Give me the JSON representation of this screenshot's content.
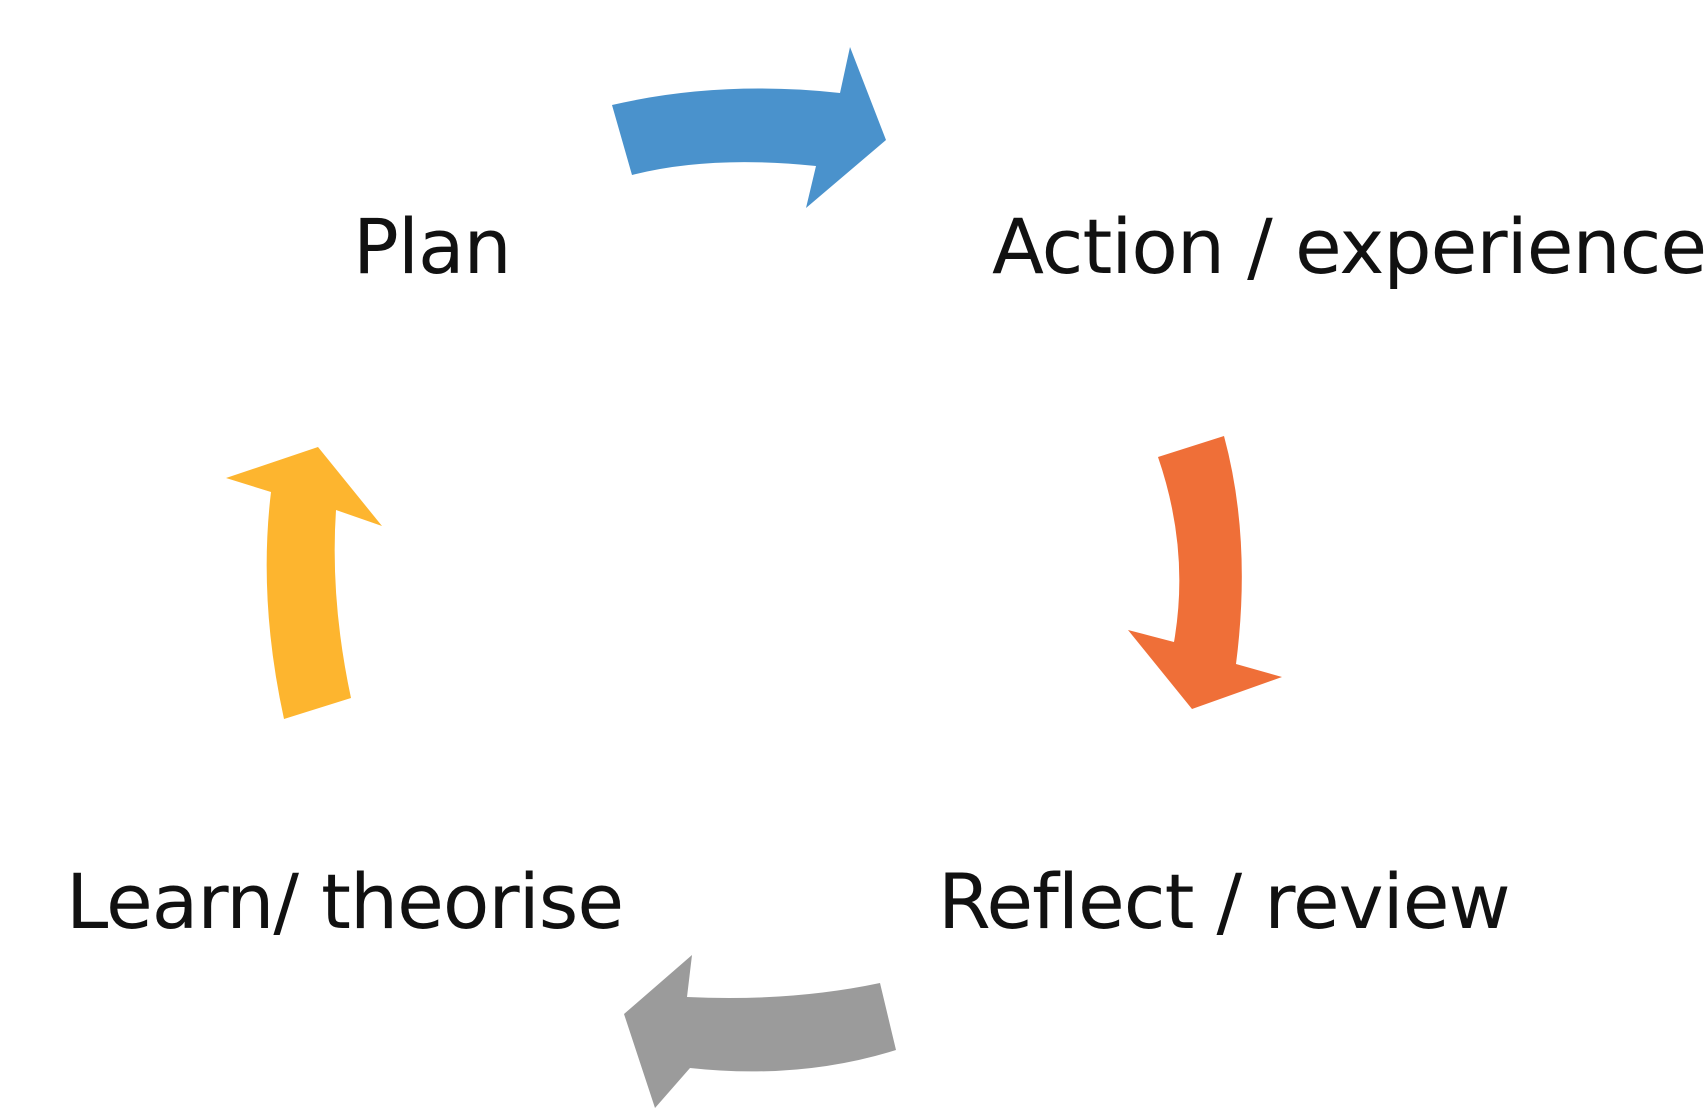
{
  "diagram": {
    "stages": [
      {
        "id": "plan",
        "label": "Plan"
      },
      {
        "id": "action",
        "label": "Action / experience"
      },
      {
        "id": "reflect",
        "label": "Reflect / review"
      },
      {
        "id": "learn",
        "label": "Learn/ theorise"
      }
    ],
    "arrows": [
      {
        "id": "plan-to-action",
        "direction": "right",
        "color": "#4A92CC"
      },
      {
        "id": "action-to-reflect",
        "direction": "down",
        "color": "#EF6F38"
      },
      {
        "id": "reflect-to-learn",
        "direction": "left",
        "color": "#9B9B9B"
      },
      {
        "id": "learn-to-plan",
        "direction": "up",
        "color": "#FDB52F"
      }
    ],
    "background": "#FFFFFF",
    "text_color": "#111111"
  }
}
